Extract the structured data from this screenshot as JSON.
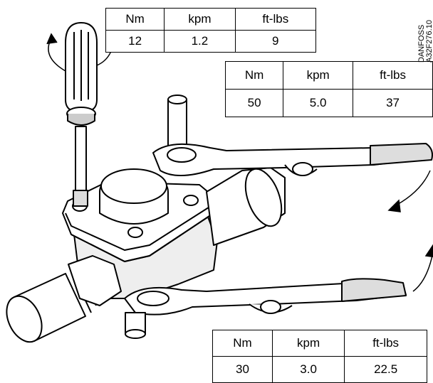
{
  "tables": {
    "screwdriver": {
      "headers": [
        "Nm",
        "kpm",
        "ft-lbs"
      ],
      "values": [
        "12",
        "1.2",
        "9"
      ]
    },
    "upper_spanner": {
      "headers": [
        "Nm",
        "kpm",
        "ft-lbs"
      ],
      "values": [
        "50",
        "5.0",
        "37"
      ]
    },
    "lower_spanner": {
      "headers": [
        "Nm",
        "kpm",
        "ft-lbs"
      ],
      "values": [
        "30",
        "3.0",
        "22.5"
      ]
    }
  },
  "drawing_code": {
    "line1": "DANFOSS",
    "line2": "A32F276.10"
  },
  "colors": {
    "ink": "#000000",
    "paper": "#ffffff",
    "shade": "#d9d9d9"
  },
  "icons": [
    "screwdriver-icon",
    "spanner-icon",
    "rotation-arrow-icon",
    "valve-body-icon"
  ]
}
